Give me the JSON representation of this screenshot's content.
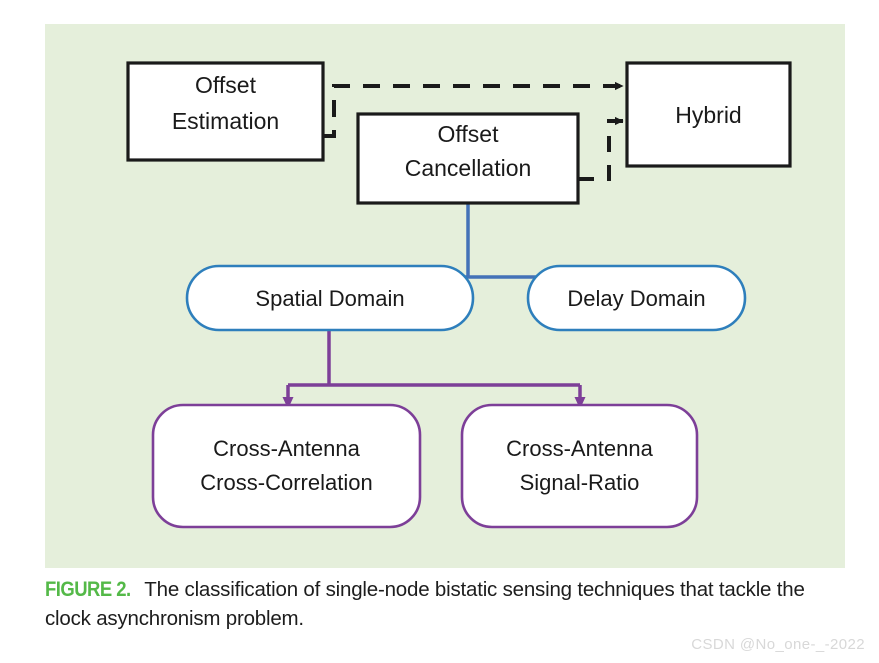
{
  "figure": {
    "panel_bg": "#e5efdb",
    "colors": {
      "black": "#1a1a1a",
      "blue": "#4472b8",
      "purple": "#7d3f98",
      "green_label": "#54b948",
      "box_fill": "#ffffff"
    },
    "nodes": {
      "offset_estimation": {
        "line1": "Offset",
        "line2": "Estimation",
        "shape": "rect",
        "border": "#1a1a1a"
      },
      "offset_cancellation": {
        "line1": "Offset",
        "line2": "Cancellation",
        "shape": "rect",
        "border": "#1a1a1a"
      },
      "hybrid": {
        "line1": "Hybrid",
        "shape": "rect",
        "border": "#1a1a1a"
      },
      "spatial_domain": {
        "line1": "Spatial Domain",
        "shape": "rounded",
        "border": "#4472b8"
      },
      "delay_domain": {
        "line1": "Delay Domain",
        "shape": "rounded",
        "border": "#4472b8"
      },
      "cross_antenna_cross_correlation": {
        "line1": "Cross-Antenna",
        "line2": "Cross-Correlation",
        "shape": "rounded",
        "border": "#7d3f98"
      },
      "cross_antenna_signal_ratio": {
        "line1": "Cross-Antenna",
        "line2": "Signal-Ratio",
        "shape": "rounded",
        "border": "#7d3f98"
      }
    },
    "edges": [
      {
        "name": "offset-estimation-to-hybrid",
        "style": "dashed",
        "color": "#1a1a1a",
        "arrow": true
      },
      {
        "name": "offset-cancellation-to-hybrid",
        "style": "dashed",
        "color": "#1a1a1a",
        "arrow": true
      },
      {
        "name": "offset-cancellation-to-spatial-domain",
        "style": "solid",
        "color": "#4472b8",
        "arrow": true
      },
      {
        "name": "offset-cancellation-to-delay-domain",
        "style": "solid",
        "color": "#4472b8",
        "arrow": true
      },
      {
        "name": "spatial-domain-to-cross-correlation",
        "style": "solid",
        "color": "#7d3f98",
        "arrow": true
      },
      {
        "name": "spatial-domain-to-signal-ratio",
        "style": "solid",
        "color": "#7d3f98",
        "arrow": true
      }
    ]
  },
  "caption": {
    "label": "FIGURE 2.",
    "text": "The classification of single-node bistatic sensing techniques that tackle the clock asynchronism problem."
  },
  "watermark": {
    "text": "CSDN @No_one-_-2022"
  }
}
